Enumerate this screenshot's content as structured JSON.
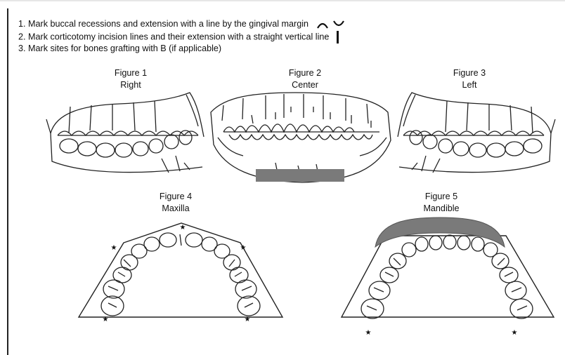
{
  "instructions": [
    "1. Mark buccal recessions and extension with a line by the gingival margin",
    "2. Mark corticotomy incision lines and their extension with a straight vertical line",
    "3. Mark sites for bones grafting with B (if applicable)"
  ],
  "figures": [
    {
      "number": "Figure 1",
      "label": "Right"
    },
    {
      "number": "Figure 2",
      "label": "Center"
    },
    {
      "number": "Figure 3",
      "label": "Left"
    },
    {
      "number": "Figure 4",
      "label": "Maxilla"
    },
    {
      "number": "Figure 5",
      "label": "Mandible"
    }
  ],
  "annotation_colors": {
    "ink": "#111111",
    "graft_region": "#7a7a7a"
  },
  "icons": [
    "gingival-arc-up-icon",
    "gingival-arc-down-icon",
    "vertical-line-icon",
    "star-icon"
  ]
}
